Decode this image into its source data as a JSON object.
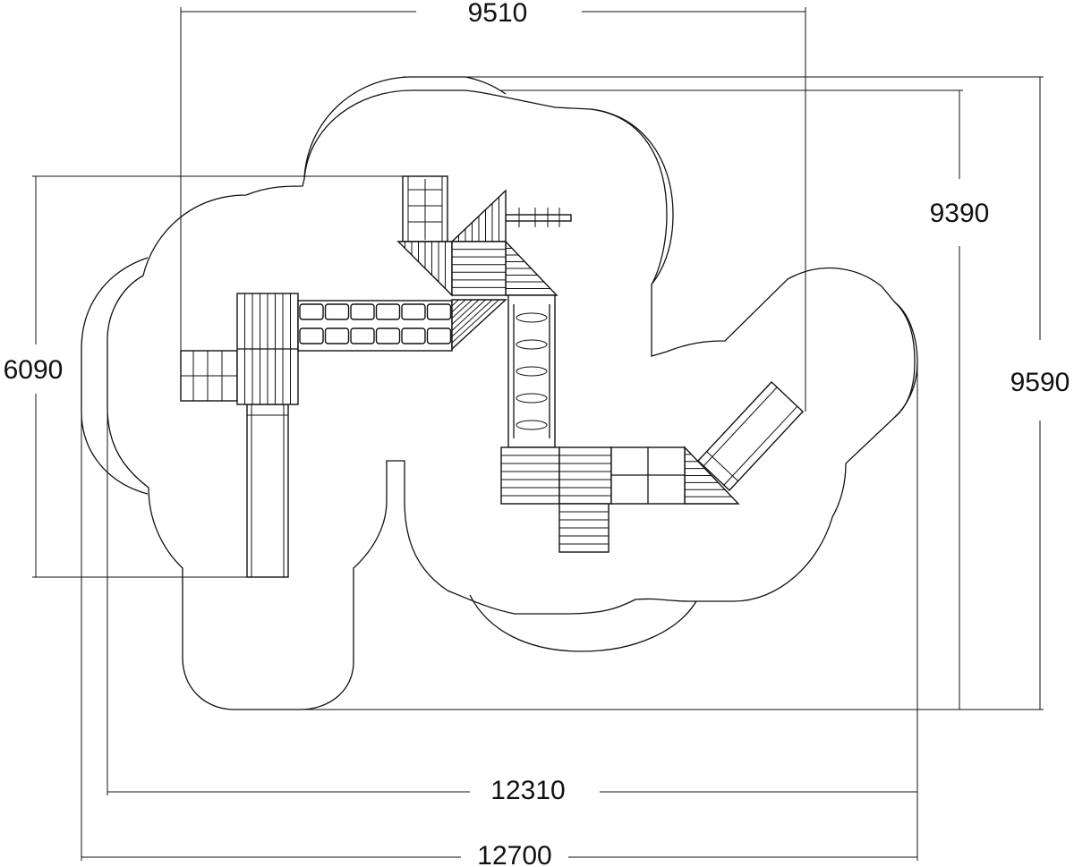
{
  "dimensions": {
    "top_width": "9510",
    "right_inner_height": "9390",
    "right_outer_height": "9590",
    "left_height": "6090",
    "bottom_inner_width": "12310",
    "bottom_outer_width": "12700"
  },
  "colors": {
    "line": "#111111",
    "background": "#ffffff"
  }
}
